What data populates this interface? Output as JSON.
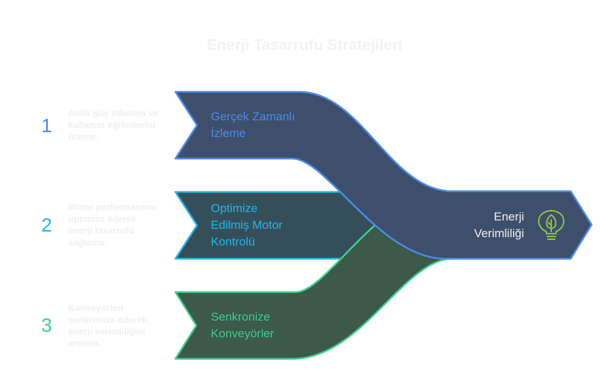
{
  "title": "Enerji Tasarrufu Stratejileri",
  "colors": {
    "step1": "#4A8CF0",
    "step2": "#1FB8EC",
    "step3": "#3ECF8E",
    "step1_fill": "#3E4F6B",
    "step2_fill": "#354F5A",
    "step3_fill": "#3C5949",
    "icon": "#8DC63F"
  },
  "steps": [
    {
      "number": "1",
      "label_lines": [
        "Gerçek Zamanlı",
        "İzleme"
      ],
      "description_lines": [
        "Anlık güç tüketimi ve",
        "kullanım eğilimlerini",
        "izleme."
      ]
    },
    {
      "number": "2",
      "label_lines": [
        "Optimize",
        "Edilmiş Motor",
        "Kontrolü"
      ],
      "description_lines": [
        "Motor performansını",
        "optimize ederek",
        "enerji tasarrufu",
        "sağlama."
      ]
    },
    {
      "number": "3",
      "label_lines": [
        "Senkronize",
        "Konveyörler"
      ],
      "description_lines": [
        "Konveyörleri",
        "senkronize ederek",
        "enerji verimliliğini",
        "artırma."
      ]
    }
  ],
  "outcome": {
    "label_lines": [
      "Enerji",
      "Verimliliği"
    ],
    "icon": "lightbulb-leaf-icon"
  }
}
